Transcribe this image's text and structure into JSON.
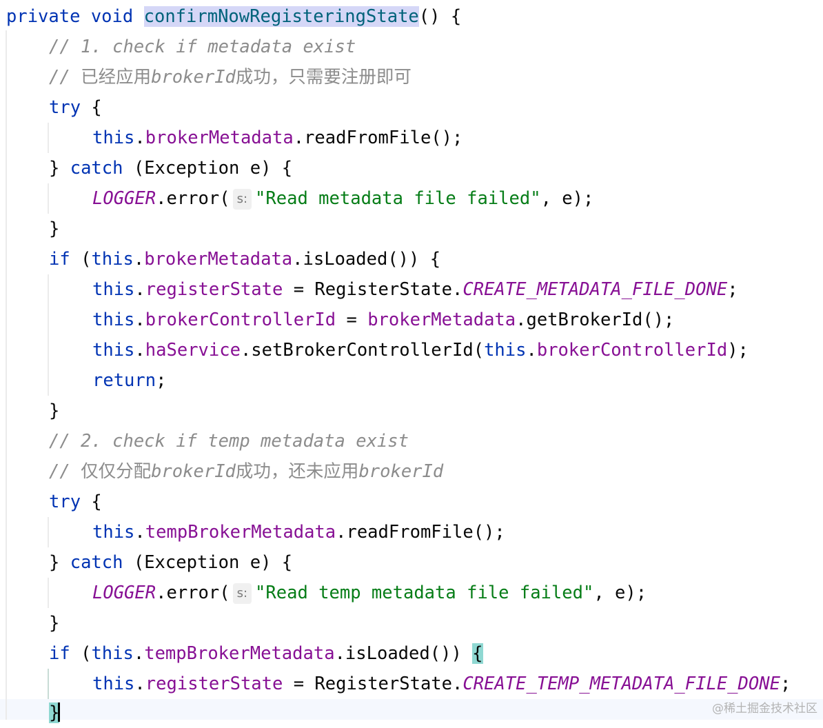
{
  "code": {
    "kw_private": "private",
    "kw_void": "void",
    "method_name": "confirmNowRegisteringState",
    "signature_tail": "() {",
    "comment_1": "// 1. check if metadata exist",
    "comment_1_prefix": "// ",
    "comment_1_cjk_a": "已经应用",
    "comment_1_mid": "brokerId",
    "comment_1_cjk_b": "成功，只需要注册即可",
    "kw_try": "try",
    "open_brace": " {",
    "kw_this": "this",
    "dot": ".",
    "field_brokerMetadata": "brokerMetadata",
    "call_readFromFile": ".readFromFile();",
    "close_brace_catch": "} ",
    "kw_catch": "catch",
    "exception_param": " (Exception e) {",
    "logger": "LOGGER",
    "call_error_open": ".error(",
    "hint_label": "s:",
    "str_read_metadata_failed": "\"Read metadata file failed\"",
    "error_args_tail": ", e);",
    "close_brace": "}",
    "kw_if": "if",
    "if_open": " (",
    "call_isLoaded": ".isLoaded()) {",
    "field_registerState": "registerState",
    "assign": " = RegisterState.",
    "const_create_metadata_done": "CREATE_METADATA_FILE_DONE",
    "semicolon": ";",
    "field_brokerControllerId": "brokerControllerId",
    "assign_plain": " = ",
    "call_getBrokerId": ".getBrokerId();",
    "field_haService": "haService",
    "call_setBrokerControllerId_open": ".setBrokerControllerId(",
    "call_close": ");",
    "kw_return": "return",
    "comment_2": "// 2. check if temp metadata exist",
    "comment_2_prefix": "// ",
    "comment_2_cjk_a": "仅仅分配",
    "comment_2_mid": "brokerId",
    "comment_2_cjk_b": "成功，还未应用",
    "comment_2_tail": "brokerId",
    "field_tempBrokerMetadata": "tempBrokerMetadata",
    "str_read_temp_failed": "\"Read temp metadata file failed\"",
    "call_isLoaded_noBrace": ".isLoaded()) ",
    "brace_open_only": "{",
    "const_create_temp_done": "CREATE_TEMP_METADATA_FILE_DONE"
  },
  "watermark": "@稀土掘金技术社区",
  "colors": {
    "keyword": "#0033b3",
    "field": "#871094",
    "string": "#067d17",
    "comment": "#8c8c8c",
    "method_highlight_bg": "#d5d7f7",
    "brace_match_bg": "#8fd8d2"
  }
}
